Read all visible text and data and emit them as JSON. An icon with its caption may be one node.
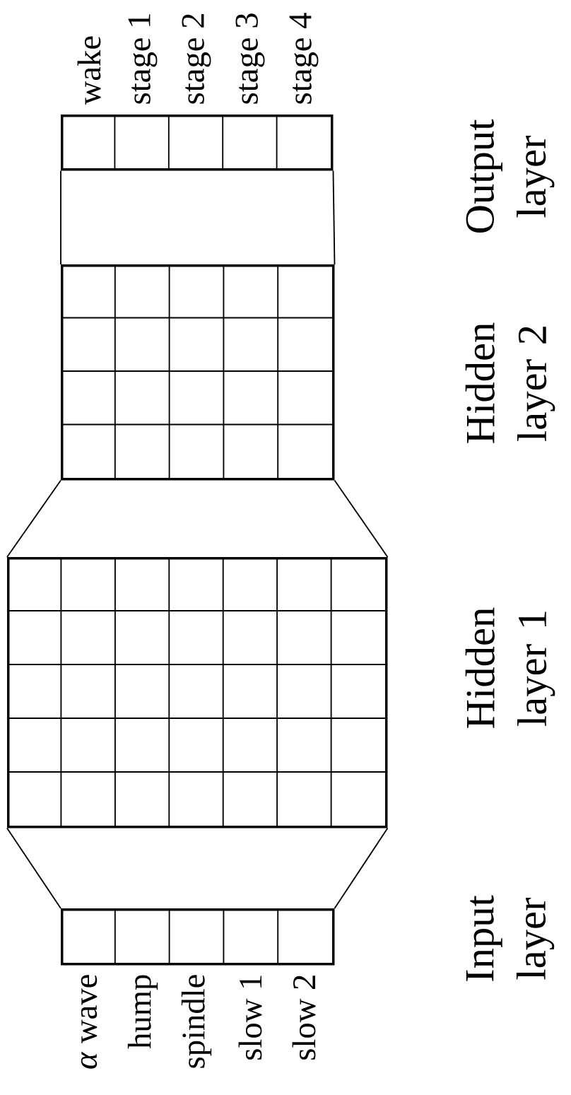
{
  "diagram": {
    "nodes": [
      {
        "text": [],
        "shape": "box",
        "beside": [
          "Input layer"
        ]
      },
      {
        "text": [],
        "shape": "box",
        "beside": [
          "Hidden layer 1"
        ]
      },
      {
        "text": [],
        "shape": "box",
        "beside": [
          "Hidden layer 2"
        ]
      },
      {
        "text": [],
        "shape": "box",
        "beside": [
          "Output layer"
        ]
      }
    ],
    "edges": [
      {
        "from": 0,
        "to": 1,
        "arrow": "none"
      },
      {
        "from": 0,
        "to": 1,
        "arrow": "none"
      },
      {
        "from": 1,
        "to": 2,
        "arrow": "none"
      },
      {
        "from": 1,
        "to": 2,
        "arrow": "none"
      },
      {
        "from": 2,
        "to": 3,
        "arrow": "none"
      },
      {
        "from": 2,
        "to": 3,
        "arrow": "none"
      }
    ],
    "labels": [
      "*α* wave",
      "hump",
      "spindle",
      "slow 1",
      "slow 2",
      "wake",
      "stage 1",
      "stage 2",
      "stage 3",
      "stage 4"
    ]
  }
}
